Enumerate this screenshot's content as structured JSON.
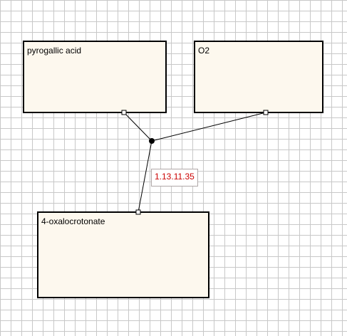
{
  "diagram": {
    "nodes": {
      "pyrogallic_acid": "pyrogallic acid",
      "o2": "O2",
      "oxalocrotonate": "4-oxalocrotonate"
    },
    "reaction": {
      "ec_number": "1.13.11.35"
    },
    "colors": {
      "node_fill": "#fdf8ee",
      "node_border": "#000000",
      "grid": "#c8c8c8",
      "ec_text": "#cc0000",
      "edge": "#000000"
    }
  }
}
